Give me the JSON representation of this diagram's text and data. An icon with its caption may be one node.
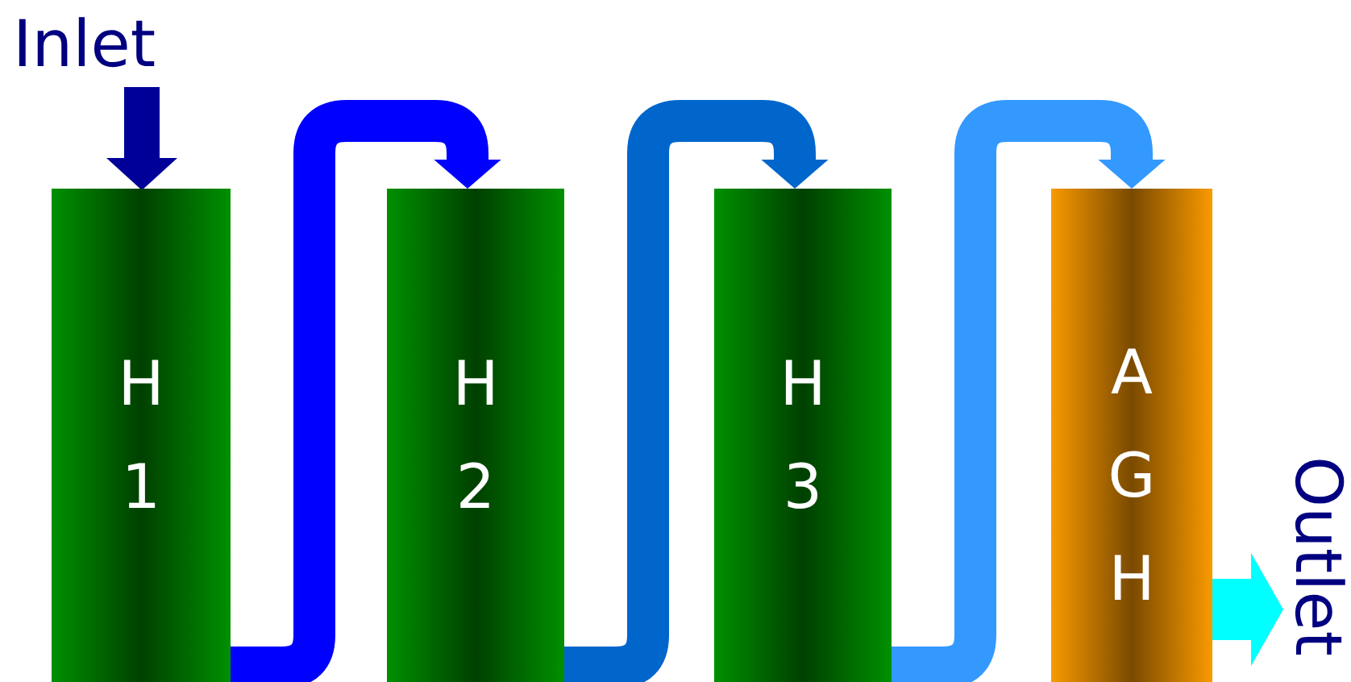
{
  "diagram": {
    "nodes": [
      {
        "text": [
          "Inlet"
        ]
      },
      {
        "text": [
          "H 1"
        ]
      },
      {
        "text": [
          "H 2"
        ]
      },
      {
        "text": [
          "H 3"
        ]
      },
      {
        "text": [
          "A G H"
        ]
      },
      {
        "text": [
          "Outlet"
        ]
      }
    ],
    "edges": [
      {
        "from": 0,
        "to": 1,
        "arrow": "to",
        "color": "#000099"
      },
      {
        "from": 1,
        "to": 2,
        "arrow": "to",
        "color": "#0000ff"
      },
      {
        "from": 2,
        "to": 3,
        "arrow": "to",
        "color": "#0066cc"
      },
      {
        "from": 3,
        "to": 4,
        "arrow": "to",
        "color": "#3399ff"
      },
      {
        "from": 4,
        "to": 5,
        "arrow": "to",
        "color": "#00ffff"
      }
    ]
  }
}
